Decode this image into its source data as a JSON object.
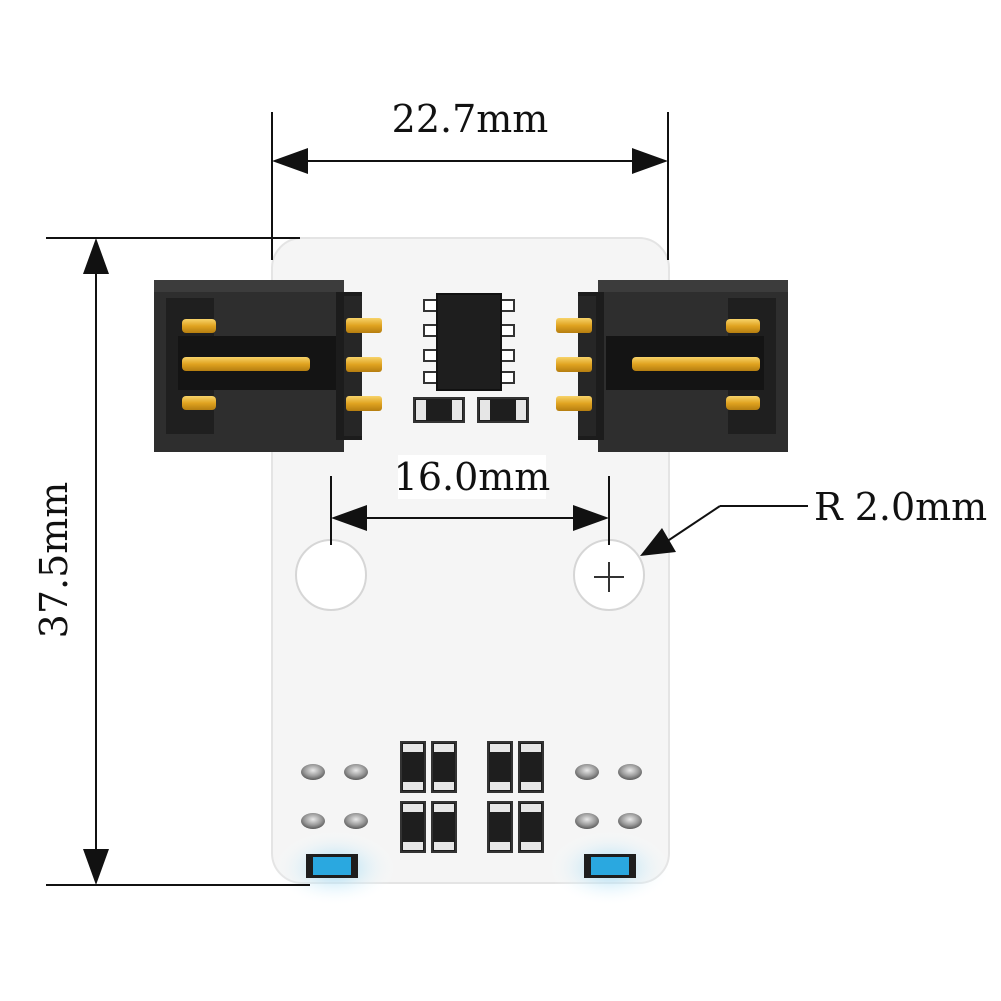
{
  "dimensions": {
    "width_label": "22.7mm",
    "height_label": "37.5mm",
    "hole_spacing_label": "16.0mm",
    "hole_radius_label": "R 2.0mm"
  },
  "colors": {
    "board": "#f4f4f4",
    "board_edge": "#e2e2e2",
    "connector_body": "#2b2b2b",
    "connector_dark": "#1a1a1a",
    "pin_gold": "#e8b430",
    "led_blue": "#2aa8e0",
    "led_glow": "#bfe6f7",
    "dimension_line": "#111111"
  },
  "icons": {
    "connector": "jst-connector-icon",
    "ic": "soic8-chip-icon",
    "hole": "mounting-hole-icon"
  }
}
